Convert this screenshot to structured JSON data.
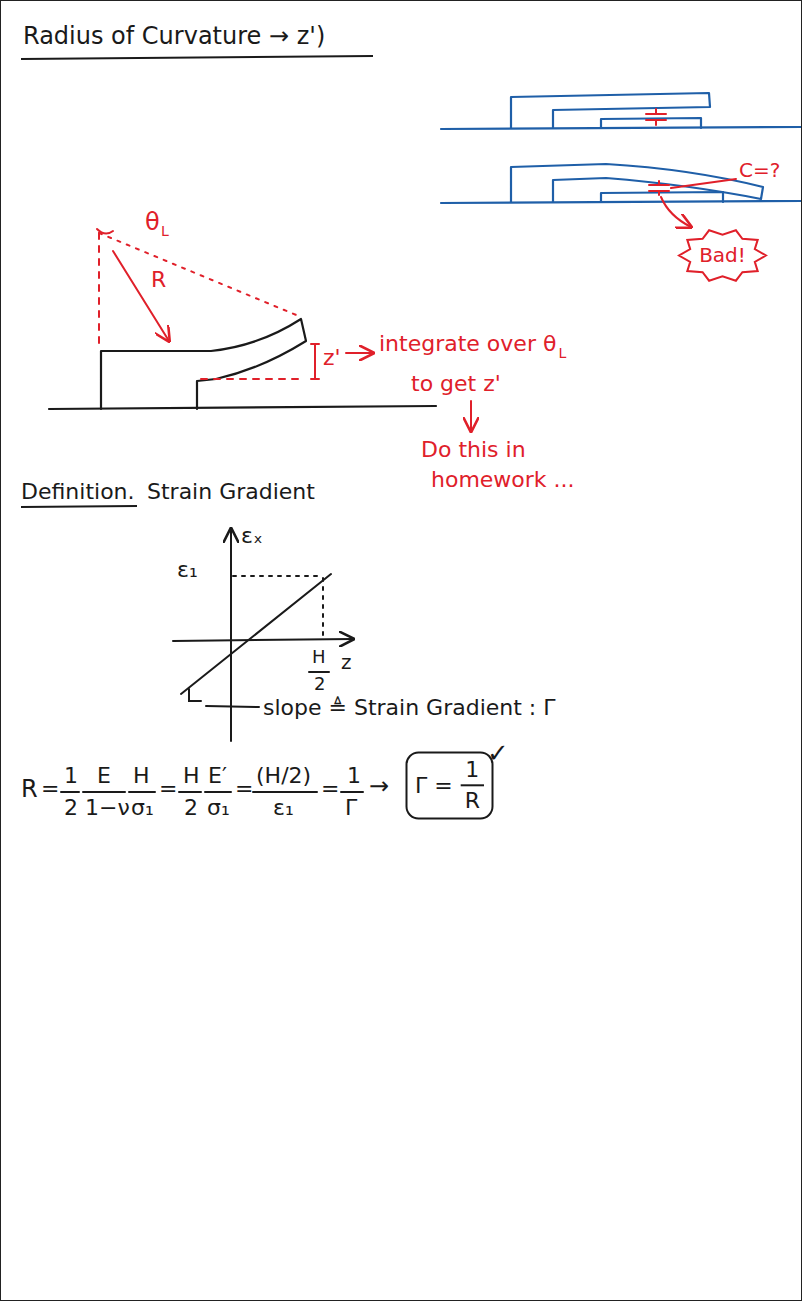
{
  "diagram": {
    "nodes": [
      {
        "text": [
          "Bad!"
        ]
      },
      {
        "text": [
          "Γ =",
          "1",
          "R"
        ]
      }
    ],
    "labels": [
      "Radius of Curvature → z')",
      "C=?",
      "θ",
      "L",
      "R",
      "z'",
      "integrate over θ",
      "L",
      "to get z'",
      "Do this in",
      "homework ...",
      "Definition.",
      "Strain Gradient",
      "εₓ",
      "ε₁",
      "H",
      "2",
      "z",
      "slope ≜ Strain Gradient : Γ",
      "R",
      "=",
      "1",
      "2",
      "E",
      "1−ν",
      "H",
      "σ₁",
      "=",
      "H",
      "2",
      "E′",
      "σ₁",
      "=",
      "(H/2)",
      "ε₁",
      "=",
      "1",
      "Γ",
      "→",
      "✓"
    ]
  }
}
